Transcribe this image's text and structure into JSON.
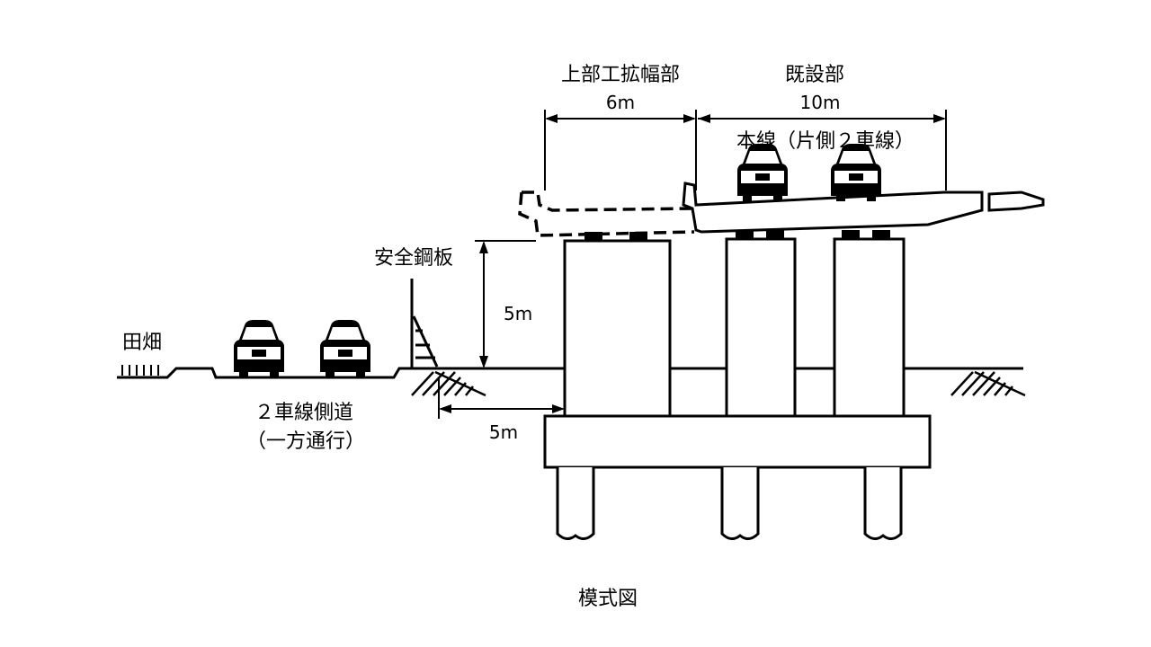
{
  "labels": {
    "widening_section": "上部工拡幅部",
    "widening_width": "6m",
    "existing_section": "既設部",
    "existing_width": "10m",
    "main_line": "本線（片側２車線）",
    "safety_plate": "安全鋼板",
    "height": "5m",
    "field": "田畑",
    "side_road": "２車線側道",
    "one_way": "（一方通行）",
    "offset": "5m",
    "caption": "模式図"
  }
}
